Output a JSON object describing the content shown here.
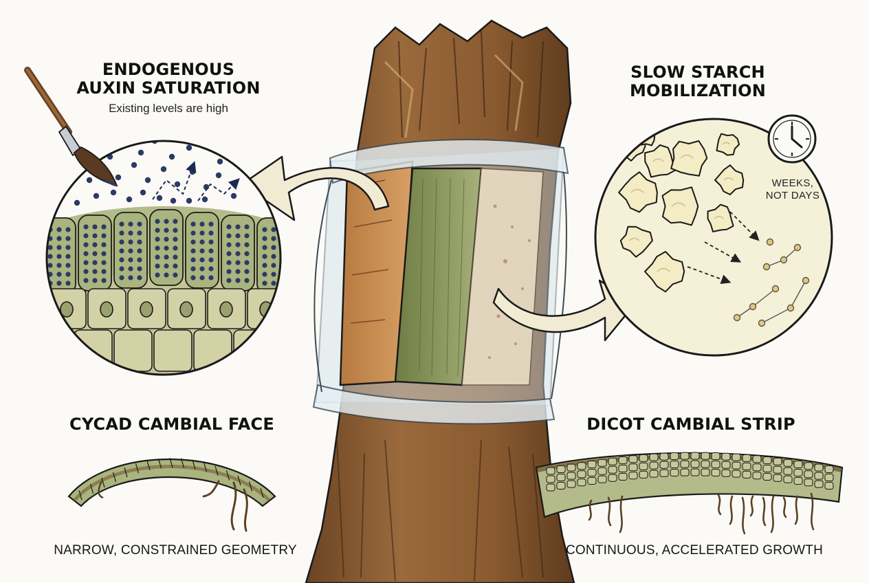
{
  "panels": {
    "auxin": {
      "title_line1": "ENDOGENOUS",
      "title_line2": "AUXIN SATURATION",
      "subtitle": "Existing levels are high"
    },
    "starch": {
      "title_line1": "SLOW STARCH",
      "title_line2": "MOBILIZATION",
      "clock_note_line1": "WEEKS,",
      "clock_note_line2": "NOT DAYS"
    },
    "cycad": {
      "title": "CYCAD CAMBIAL FACE",
      "caption": "NARROW, CONSTRAINED GEOMETRY"
    },
    "dicot": {
      "title": "DICOT CAMBIAL STRIP",
      "caption": "CONTINUOUS, ACCELERATED GROWTH"
    }
  },
  "icons": [
    "paintbrush-icon",
    "clock-icon",
    "arrow-left-icon",
    "arrow-right-icon"
  ],
  "colors": {
    "bark": "#8a5a30",
    "bark_dark": "#5c3a1c",
    "cambium_green": "#8c9a62",
    "cell_green": "#b3bb8a",
    "auxin_dot": "#2c3a66",
    "starch": "#f3ecc4",
    "wrap": "#cfe0ea",
    "ink": "#1a1a1a"
  }
}
